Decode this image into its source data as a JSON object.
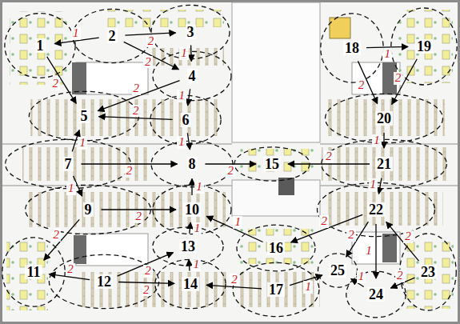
{
  "diagram": {
    "nodes": [
      {
        "text": [
          "1"
        ]
      },
      {
        "text": [
          "2"
        ]
      },
      {
        "text": [
          "3"
        ]
      },
      {
        "text": [
          "4"
        ]
      },
      {
        "text": [
          "5"
        ]
      },
      {
        "text": [
          "6"
        ]
      },
      {
        "text": [
          "7"
        ]
      },
      {
        "text": [
          "8"
        ]
      },
      {
        "text": [
          "9"
        ]
      },
      {
        "text": [
          "10"
        ]
      },
      {
        "text": [
          "11"
        ]
      },
      {
        "text": [
          "12"
        ]
      },
      {
        "text": [
          "13"
        ]
      },
      {
        "text": [
          "14"
        ]
      },
      {
        "text": [
          "15"
        ]
      },
      {
        "text": [
          "16"
        ]
      },
      {
        "text": [
          "17"
        ]
      },
      {
        "text": [
          "18"
        ]
      },
      {
        "text": [
          "19"
        ]
      },
      {
        "text": [
          "20"
        ]
      },
      {
        "text": [
          "21"
        ]
      },
      {
        "text": [
          "22"
        ]
      },
      {
        "text": [
          "23"
        ]
      },
      {
        "text": [
          "24"
        ]
      },
      {
        "text": [
          "25"
        ]
      }
    ],
    "edges": [
      {
        "from": 1,
        "to": 0,
        "arrow": "to",
        "label": "1"
      },
      {
        "from": 1,
        "to": 2,
        "arrow": "to",
        "label": "2"
      },
      {
        "from": 1,
        "to": 3,
        "arrow": "to",
        "label": "2"
      },
      {
        "from": 2,
        "to": 3,
        "arrow": "to",
        "label": "1"
      },
      {
        "from": 3,
        "to": 4,
        "arrow": "to",
        "label": "2"
      },
      {
        "from": 3,
        "to": 5,
        "arrow": "to",
        "label": "1"
      },
      {
        "from": 0,
        "to": 4,
        "arrow": "to",
        "label": "2"
      },
      {
        "from": 5,
        "to": 4,
        "arrow": "to",
        "label": "2"
      },
      {
        "from": 6,
        "to": 4,
        "arrow": "to",
        "label": "1"
      },
      {
        "from": 6,
        "to": 7,
        "arrow": "to",
        "label": "2"
      },
      {
        "from": 5,
        "to": 7,
        "arrow": "to",
        "label": "1"
      },
      {
        "from": 6,
        "to": 8,
        "arrow": "to",
        "label": "1"
      },
      {
        "from": 8,
        "to": 10,
        "arrow": "to",
        "label": "2"
      },
      {
        "from": 8,
        "to": 9,
        "arrow": "to",
        "label": "2"
      },
      {
        "from": 9,
        "to": 7,
        "arrow": "to",
        "label": "1"
      },
      {
        "from": 12,
        "to": 9,
        "arrow": "to",
        "label": "1"
      },
      {
        "from": 11,
        "to": 12,
        "arrow": "to",
        "label": "2"
      },
      {
        "from": 13,
        "to": 12,
        "arrow": "to",
        "label": "1"
      },
      {
        "from": 11,
        "to": 10,
        "arrow": "to",
        "label": "2"
      },
      {
        "from": 11,
        "to": 13,
        "arrow": "to",
        "label": "2"
      },
      {
        "from": 16,
        "to": 13,
        "arrow": "to",
        "label": "2"
      },
      {
        "from": 15,
        "to": 9,
        "arrow": "to",
        "label": "1"
      },
      {
        "from": 7,
        "to": 14,
        "arrow": "to",
        "label": "2"
      },
      {
        "from": 20,
        "to": 14,
        "arrow": "to",
        "label": "2"
      },
      {
        "from": 21,
        "to": 15,
        "arrow": "to",
        "label": "2"
      },
      {
        "from": 16,
        "to": 24,
        "arrow": "to",
        "label": "1"
      },
      {
        "from": 21,
        "to": 24,
        "arrow": "to",
        "label": "2"
      },
      {
        "from": 23,
        "to": 24,
        "arrow": "to",
        "label": "1"
      },
      {
        "from": 22,
        "to": 23,
        "arrow": "to",
        "label": "2"
      },
      {
        "from": 22,
        "to": 21,
        "arrow": "to",
        "label": "2"
      },
      {
        "from": 21,
        "to": 23,
        "arrow": "to",
        "label": "1"
      },
      {
        "from": 20,
        "to": 21,
        "arrow": "to",
        "label": "1"
      },
      {
        "from": 19,
        "to": 20,
        "arrow": "to",
        "label": "1"
      },
      {
        "from": 17,
        "to": 19,
        "arrow": "to",
        "label": "2"
      },
      {
        "from": 18,
        "to": 19,
        "arrow": "to",
        "label": "2"
      },
      {
        "from": 17,
        "to": 18,
        "arrow": "to",
        "label": "1"
      }
    ]
  }
}
